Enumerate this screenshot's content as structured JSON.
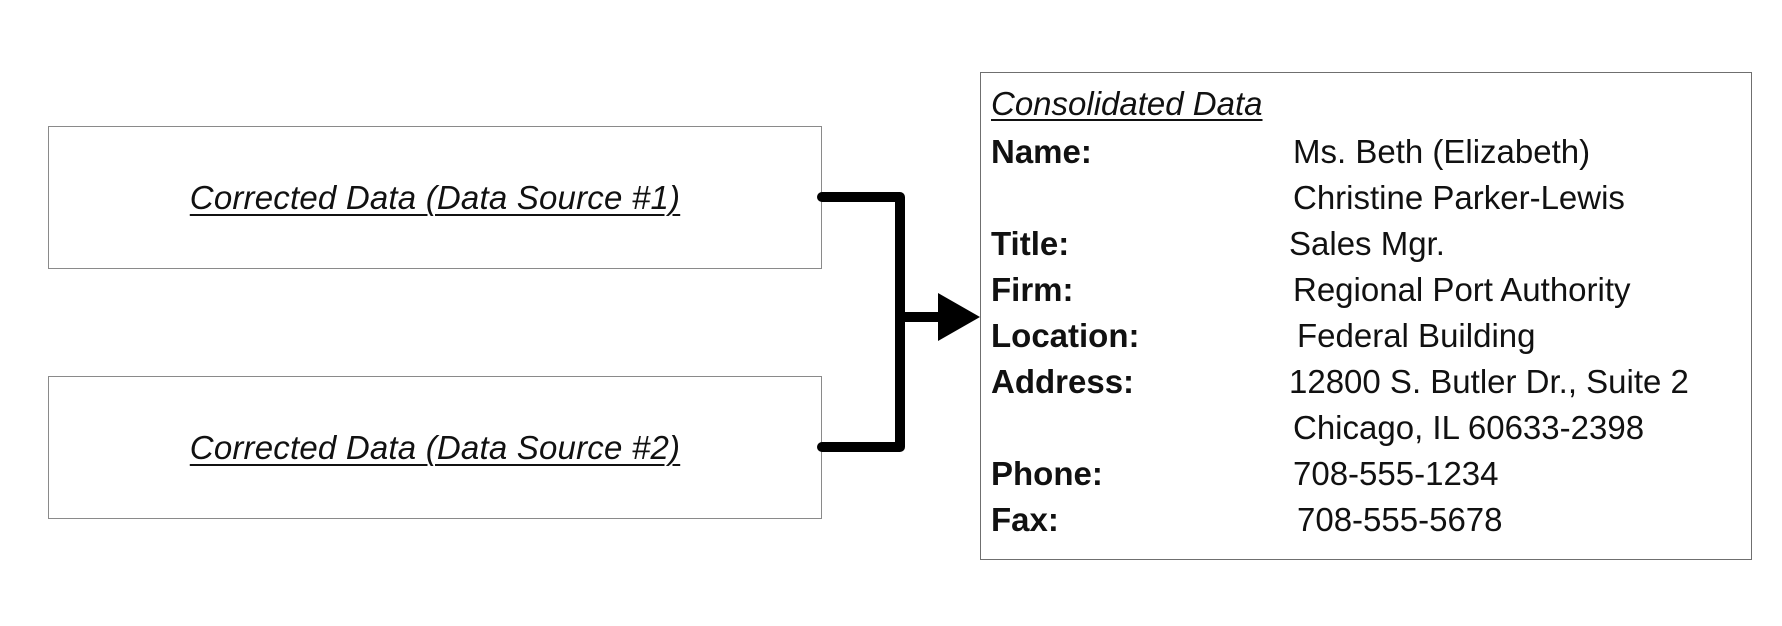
{
  "sources": [
    {
      "label": "Corrected Data (Data Source #1)"
    },
    {
      "label": "Corrected Data (Data Source #2)"
    }
  ],
  "consolidated": {
    "title": "Consolidated Data",
    "fields": {
      "name": {
        "label": "Name:",
        "lines": [
          "Ms. Beth (Elizabeth)",
          "Christine Parker-Lewis"
        ]
      },
      "title": {
        "label": "Title:",
        "lines": [
          "Sales Mgr."
        ]
      },
      "firm": {
        "label": "Firm:",
        "lines": [
          "Regional Port Authority"
        ]
      },
      "location": {
        "label": "Location:",
        "lines": [
          "Federal Building"
        ]
      },
      "address": {
        "label": "Address:",
        "lines": [
          "12800 S. Butler Dr., Suite 2",
          "Chicago, IL  60633-2398"
        ]
      },
      "phone": {
        "label": "Phone:",
        "lines": [
          "708-555-1234"
        ]
      },
      "fax": {
        "label": "Fax:",
        "lines": [
          "708-555-5678"
        ]
      }
    }
  }
}
